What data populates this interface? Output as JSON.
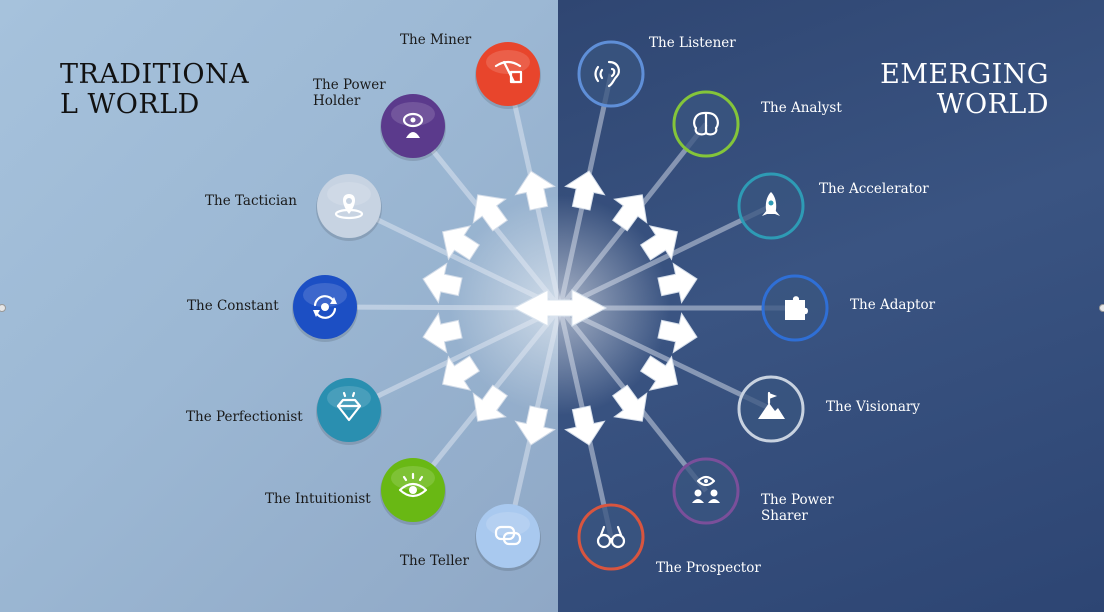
{
  "titles": {
    "left": "TRADITIONA\nL WORLD",
    "right": "EMERGING\nWORLD"
  },
  "left_profiles": [
    {
      "label": "The Miner",
      "icon": "pickaxe-icon",
      "color": "#e8452c"
    },
    {
      "label": "The Power\nHolder",
      "icon": "eye-person-icon",
      "color": "#5b3a8c"
    },
    {
      "label": "The Tactician",
      "icon": "map-pin-icon",
      "color": "#c7d3e2"
    },
    {
      "label": "The Constant",
      "icon": "refresh-icon",
      "color": "#1c4fc4"
    },
    {
      "label": "The Perfectionist",
      "icon": "diamond-icon",
      "color": "#2a8fb0"
    },
    {
      "label": "The Intuitionist",
      "icon": "eye-icon",
      "color": "#69b814"
    },
    {
      "label": "The Teller",
      "icon": "speech-bubble-icon",
      "color": "#a9c9ef"
    }
  ],
  "right_profiles": [
    {
      "label": "The Listener",
      "icon": "ear-icon",
      "color": "#5f8fd8"
    },
    {
      "label": "The Analyst",
      "icon": "brain-icon",
      "color": "#84c53a"
    },
    {
      "label": "The Accelerator",
      "icon": "rocket-icon",
      "color": "#2e9bb5"
    },
    {
      "label": "The Adaptor",
      "icon": "puzzle-icon",
      "color": "#2f6fd6"
    },
    {
      "label": "The Visionary",
      "icon": "mountain-flag-icon",
      "color": "#c8d2e0"
    },
    {
      "label": "The Power\nSharer",
      "icon": "group-eye-icon",
      "color": "#7a4f9a"
    },
    {
      "label": "The Prospector",
      "icon": "binoculars-icon",
      "color": "#d8553f"
    }
  ]
}
